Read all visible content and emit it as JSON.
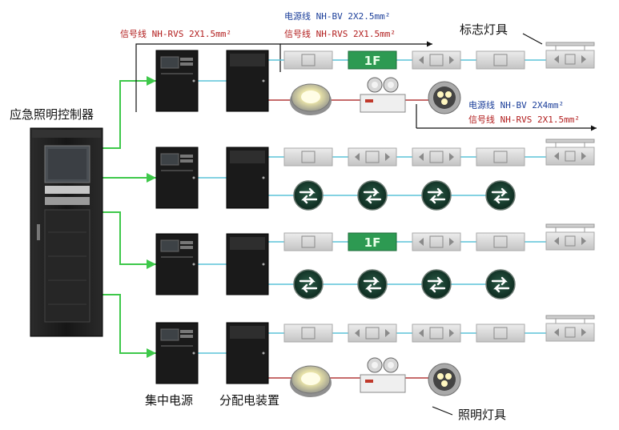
{
  "labels": {
    "controller": "应急照明控制器",
    "central_power": "集中电源",
    "distribution": "分配电装置",
    "sign_lamps": "标志灯具",
    "lighting_lamps": "照明灯具",
    "signal_wire_top": "信号线 NH-RVS 2X1.5mm²",
    "power_wire_row1": "电源线 NH-BV 2X2.5mm²",
    "signal_wire_row1": "信号线 NH-RVS 2X1.5mm²",
    "power_wire_branch": "电源线 NH-BV 2X4mm²",
    "signal_wire_branch": "信号线 NH-RVS 2X1.5mm²"
  },
  "floor_text": "1F",
  "colors": {
    "green_line": "#3ec84a",
    "cyan_line": "#5bc3d9",
    "red_line": "#b33a3a",
    "cabinet": "#1a1a1a",
    "sign_panel": "#d6d6d6",
    "floor_panel": "#2d9a52",
    "round_sign": "#173c2e"
  },
  "icons": {
    "exit_sign": "exit-sign-icon",
    "round_sign": "direction-arrows-icon",
    "downlight": "downlight-icon",
    "twin_head": "twin-head-emergency-light-icon"
  }
}
